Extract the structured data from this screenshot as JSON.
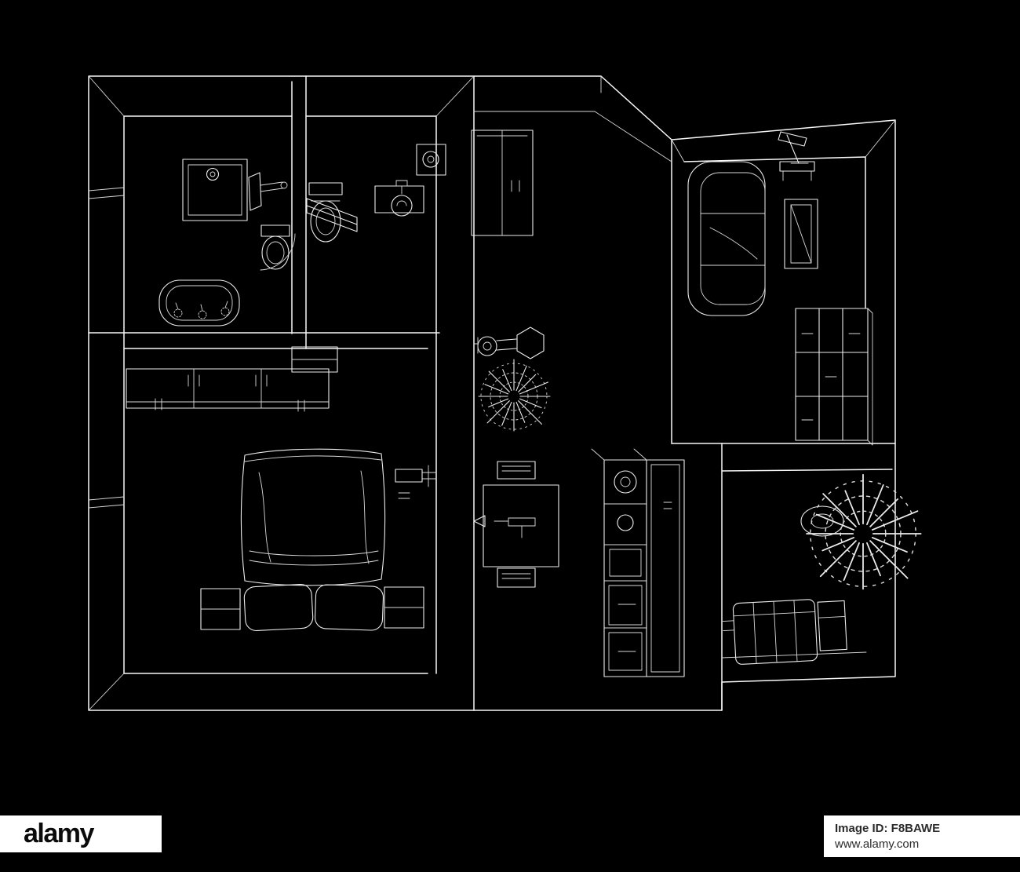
{
  "colors": {
    "background": "#000000",
    "sketch_line": "#f8f8f8",
    "footer_background": "#ffffff",
    "footer_text": "#2b2b2b"
  },
  "watermark": {
    "brand": "alamy",
    "image_id": "Image ID: F8BAWE",
    "website": "www.alamy.com"
  }
}
